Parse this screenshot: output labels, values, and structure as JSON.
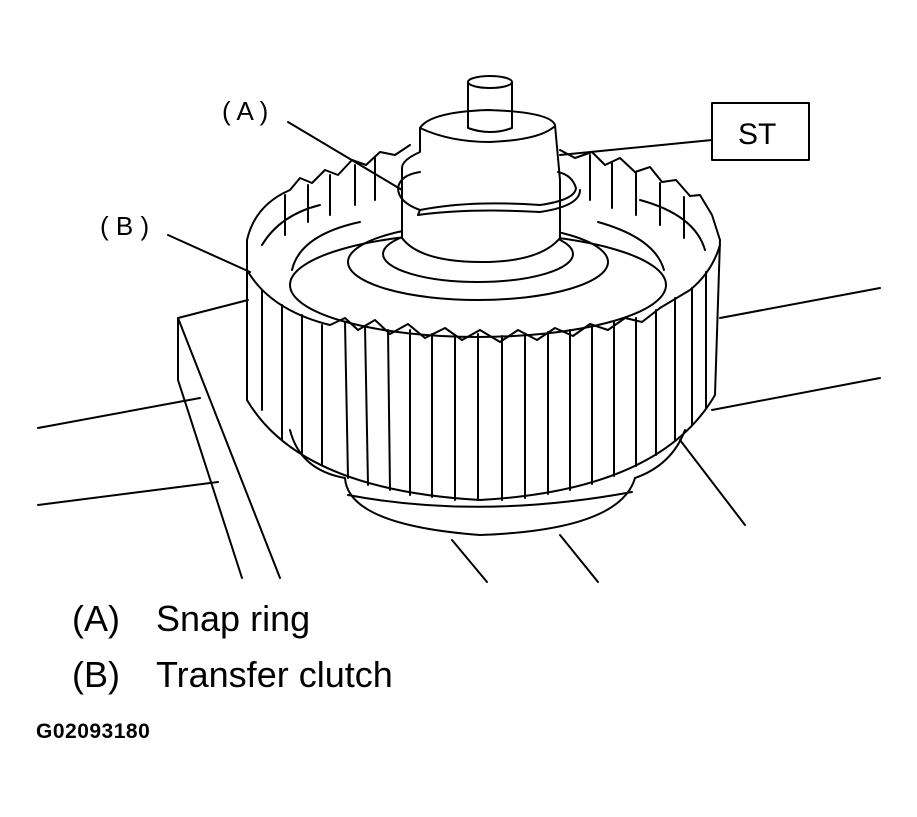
{
  "callouts": {
    "a": "( A )",
    "b": "( B )",
    "st": "ST"
  },
  "legend": [
    {
      "key": "(A)",
      "label": "Snap ring"
    },
    {
      "key": "(B)",
      "label": "Transfer clutch"
    }
  ],
  "figure_id": "G02093180"
}
